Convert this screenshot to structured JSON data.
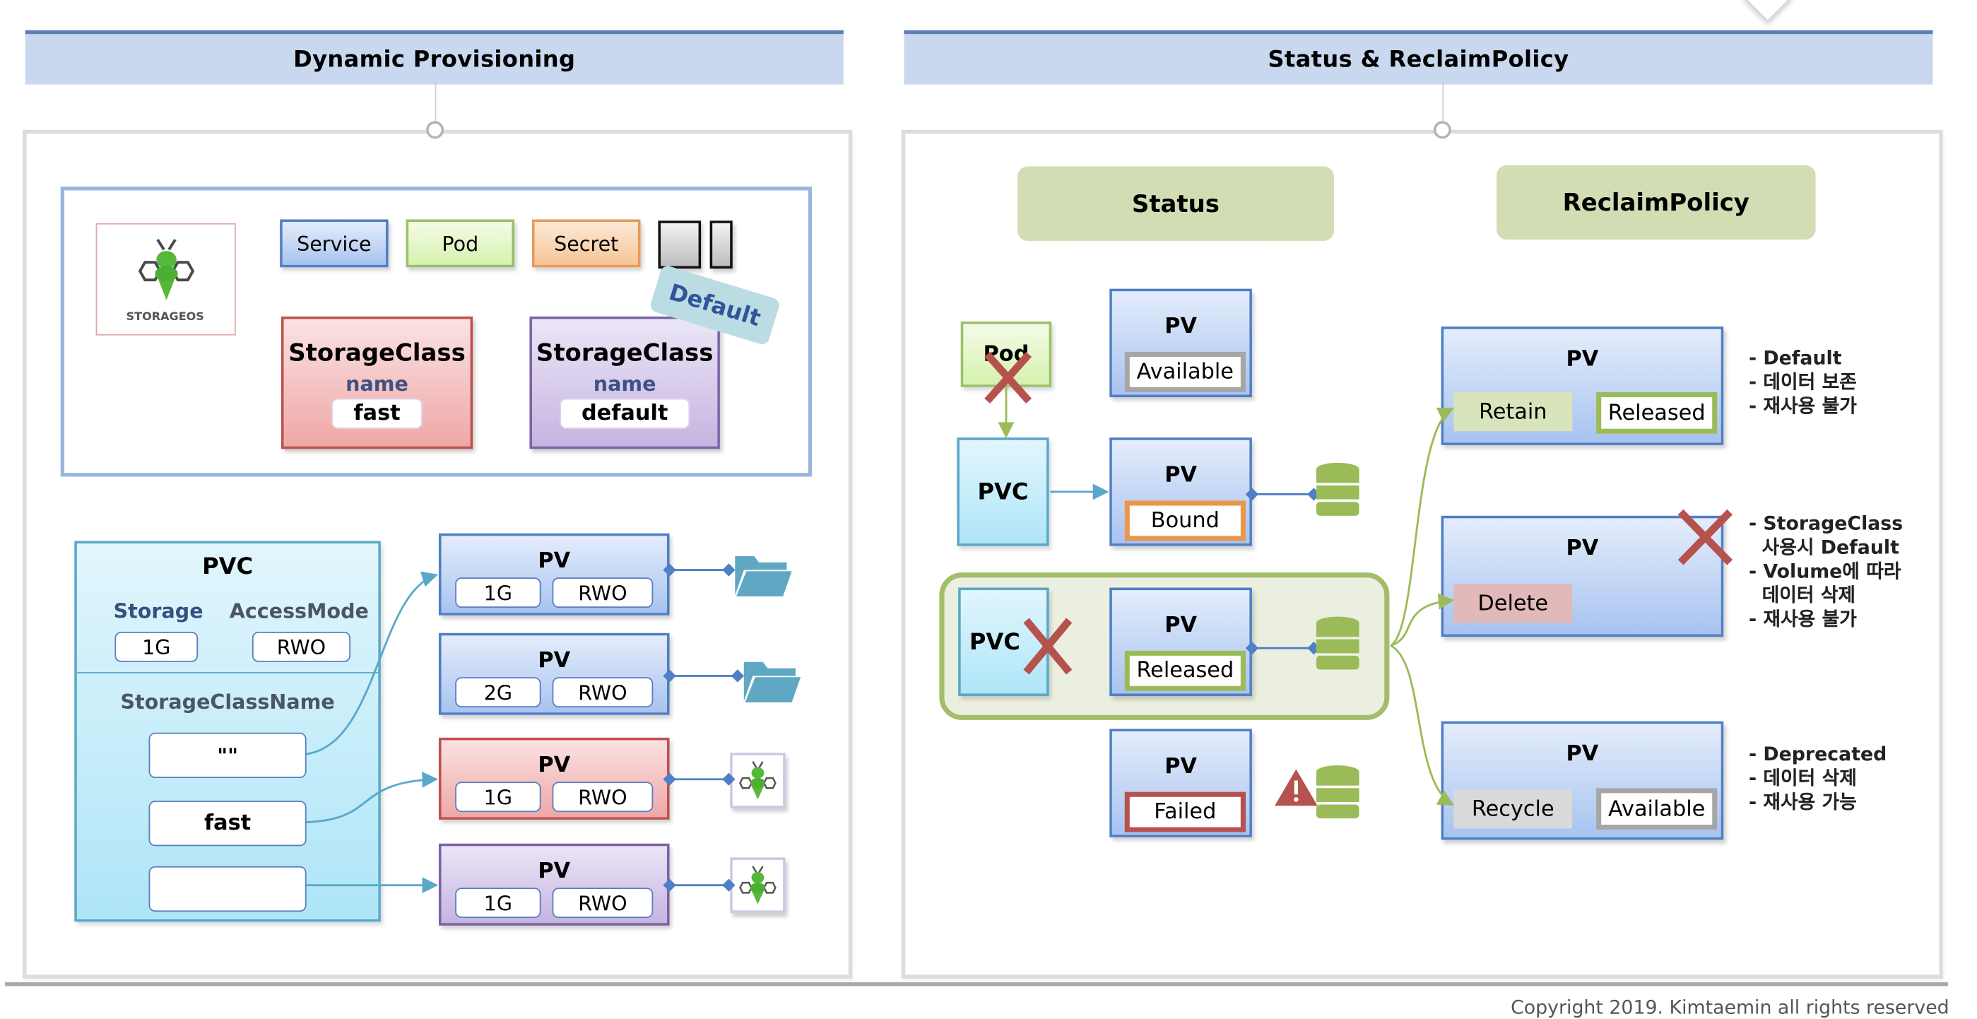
{
  "left_section": {
    "title": "Dynamic Provisioning",
    "logo": {
      "name": "storageos-logo",
      "text": "STORAGEOS"
    },
    "resources": [
      {
        "label": "Service",
        "style": "blue"
      },
      {
        "label": "Pod",
        "style": "green"
      },
      {
        "label": "Secret",
        "style": "orange"
      }
    ],
    "default_tag": "Default",
    "storage_classes": [
      {
        "title": "StorageClass",
        "name_label": "name",
        "name_value": "fast",
        "color": "red"
      },
      {
        "title": "StorageClass",
        "name_label": "name",
        "name_value": "default",
        "color": "purple"
      }
    ],
    "pvc": {
      "title": "PVC",
      "storage_label": "Storage",
      "storage_value": "1G",
      "access_mode_label": "AccessMode",
      "access_mode_value": "RWO",
      "storage_class_name_label": "StorageClassName",
      "storage_class_names": [
        "\"\"",
        "fast",
        ""
      ]
    },
    "pvs": [
      {
        "title": "PV",
        "size": "1G",
        "access": "RWO",
        "color": "blue",
        "backend": "folder-icon"
      },
      {
        "title": "PV",
        "size": "2G",
        "access": "RWO",
        "color": "blue",
        "backend": "folder-icon"
      },
      {
        "title": "PV",
        "size": "1G",
        "access": "RWO",
        "color": "red",
        "backend": "storageos-bee-icon"
      },
      {
        "title": "PV",
        "size": "1G",
        "access": "RWO",
        "color": "purple",
        "backend": "storageos-bee-icon"
      }
    ]
  },
  "right_section": {
    "title": "Status & ReclaimPolicy",
    "status_header": "Status",
    "reclaim_header": "ReclaimPolicy",
    "pod_label": "Pod",
    "pvc_label": "PVC",
    "statuses": [
      {
        "pv": "PV",
        "status": "Available",
        "color": "#a6a6a6"
      },
      {
        "pv": "PV",
        "status": "Bound",
        "color": "#e9974f"
      },
      {
        "pv": "PV",
        "status": "Released",
        "color": "#9bbb59"
      },
      {
        "pv": "PV",
        "status": "Failed",
        "color": "#b6524e"
      }
    ],
    "policies": [
      {
        "pv": "PV",
        "policy": "Retain",
        "result_status": "Released",
        "notes": "- Default\n- 데이터 보존\n- 재사용 불가",
        "chip_color": "#d8e4bc"
      },
      {
        "pv": "PV",
        "policy": "Delete",
        "result_status": "",
        "notes": "- StorageClass\n  사용시 Default\n- Volume에 따라\n  데이터 삭제\n- 재사용 불가",
        "chip_color": "#e0b9b8"
      },
      {
        "pv": "PV",
        "policy": "Recycle",
        "result_status": "Available",
        "notes": "- Deprecated\n- 데이터 삭제\n- 재사용 가능",
        "chip_color": "#d9d9d9"
      }
    ]
  },
  "footer": {
    "copyright": "Copyright 2019. Kimtaemin all rights reserved"
  },
  "colors": {
    "title_bar": "#c9d8ee",
    "title_bar_accent": "#5b7fb6",
    "arrow_teal": "#5aa8c9",
    "arrow_green": "#9bbb59",
    "connector_blue": "#4f7fc6",
    "cross_red": "#b6524e",
    "db_green": "#9bbb59"
  }
}
